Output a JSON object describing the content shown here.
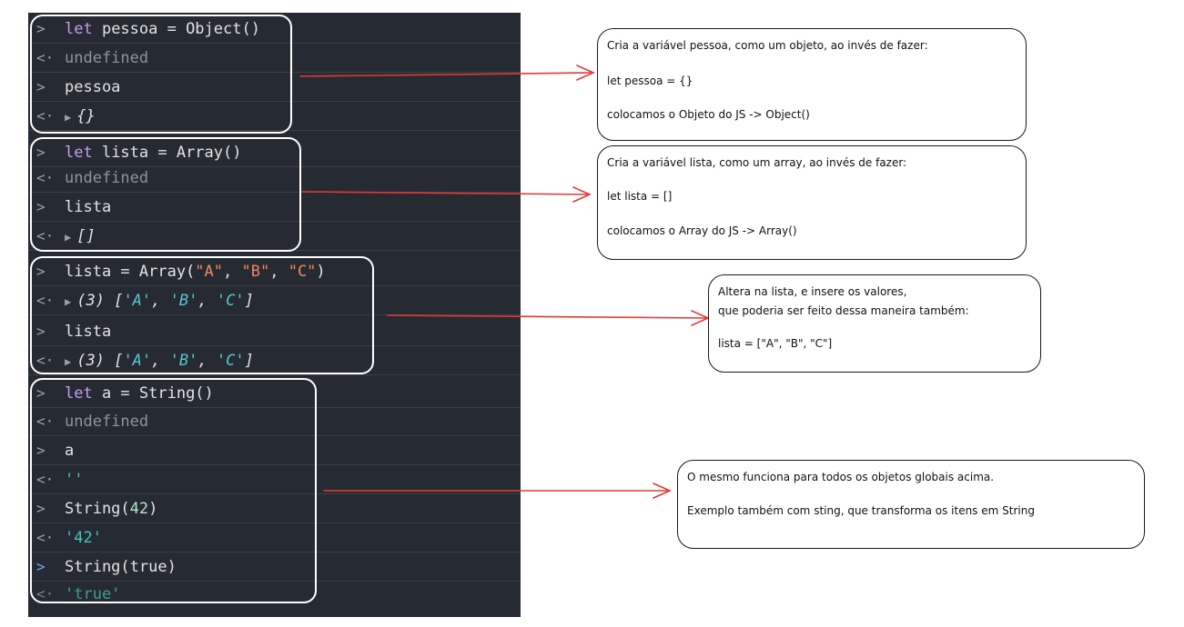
{
  "console": {
    "lines": [
      {
        "prompt": ">",
        "kind": "in",
        "kw": "let",
        "text": " pessoa = Object()"
      },
      {
        "prompt": "<·",
        "kind": "out",
        "text": "undefined"
      },
      {
        "prompt": ">",
        "kind": "in",
        "text": "pessoa"
      },
      {
        "prompt": "<·",
        "kind": "obj",
        "text": "{}"
      },
      {
        "prompt": ">",
        "kind": "in",
        "kw": "let",
        "text": " lista = Array()"
      },
      {
        "prompt": "<·",
        "kind": "out",
        "text": "undefined"
      },
      {
        "prompt": ">",
        "kind": "in",
        "text": "lista"
      },
      {
        "prompt": "<·",
        "kind": "obj",
        "text": "[]"
      },
      {
        "prompt": ">",
        "kind": "in",
        "text": "lista = Array(",
        "args": [
          "\"A\"",
          "\"B\"",
          "\"C\""
        ]
      },
      {
        "prompt": "<·",
        "kind": "arr",
        "count": "(3)",
        "items": [
          "'A'",
          "'B'",
          "'C'"
        ]
      },
      {
        "prompt": ">",
        "kind": "in",
        "text": "lista"
      },
      {
        "prompt": "<·",
        "kind": "arr",
        "count": "(3)",
        "items": [
          "'A'",
          "'B'",
          "'C'"
        ]
      },
      {
        "prompt": ">",
        "kind": "in",
        "kw": "let",
        "text": " a = String()"
      },
      {
        "prompt": "<·",
        "kind": "out",
        "text": "undefined"
      },
      {
        "prompt": ">",
        "kind": "in",
        "text": "a"
      },
      {
        "prompt": "<·",
        "kind": "str",
        "text": "''"
      },
      {
        "prompt": ">",
        "kind": "in",
        "text": "String(",
        "num": "42",
        "close": ")"
      },
      {
        "prompt": "<·",
        "kind": "str",
        "text": "'42'"
      },
      {
        "prompt": ">",
        "kind": "in",
        "text": "String(true)"
      },
      {
        "prompt": "<·",
        "kind": "str",
        "text": "'true'"
      }
    ]
  },
  "notes": [
    {
      "lines": [
        "Cria a variável pessoa, como um objeto, ao invés de fazer:",
        "let pessoa = {}",
        "colocamos o Objeto do JS -> Object()"
      ]
    },
    {
      "lines": [
        "Cria a variável lista, como um array, ao invés de fazer:",
        "let lista = []",
        "colocamos o Array do JS -> Array()"
      ]
    },
    {
      "lines": [
        "Altera na lista, e insere os valores,",
        "que poderia ser feito dessa maneira também:",
        "lista = [\"A\", \"B\", \"C\"]"
      ]
    },
    {
      "lines": [
        "O mesmo funciona para todos os objetos globais acima.",
        "Exemplo também com sting, que transforma os itens em String"
      ]
    }
  ],
  "colors": {
    "arrow": "#e53935",
    "console_bg": "#262a32"
  }
}
